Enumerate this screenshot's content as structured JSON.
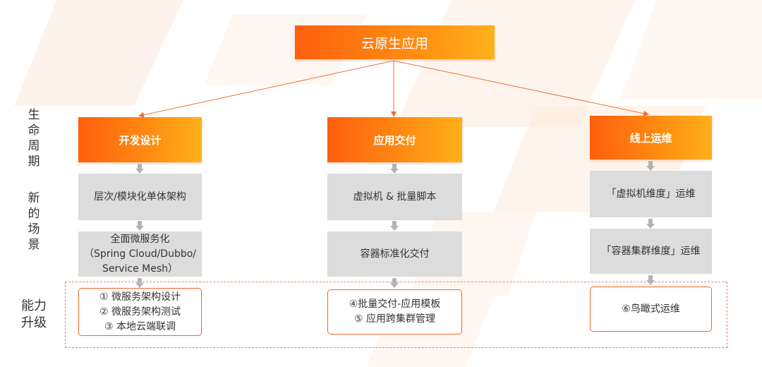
{
  "root": "云原生应用",
  "side_labels": {
    "lifecycle": [
      "生",
      "命",
      "周",
      "期"
    ],
    "scenario": [
      "新",
      "的",
      "场",
      "景"
    ],
    "capability": [
      "能力",
      "升级"
    ]
  },
  "columns": [
    {
      "stage": "开发设计",
      "scenarios": [
        [
          "层次/模块化单体架构"
        ],
        [
          "全面微服务化",
          "（Spring Cloud/Dubbo/",
          "Service Mesh）"
        ]
      ],
      "capabilities": [
        "① 微服务架构设计",
        "② 微服务架构测试",
        "③ 本地云端联调"
      ]
    },
    {
      "stage": "应用交付",
      "scenarios": [
        [
          "虚拟机 & 批量脚本"
        ],
        [
          "容器标准化交付"
        ]
      ],
      "capabilities": [
        "④批量交付-应用模板",
        "⑤ 应用跨集群管理"
      ]
    },
    {
      "stage": "线上运维",
      "scenarios": [
        [
          "「虚拟机维度」运维"
        ],
        [
          "「容器集群维度」运维"
        ]
      ],
      "capabilities": [
        "⑥鸟瞰式运维"
      ]
    }
  ],
  "colors": {
    "accent_start": "#ff5f0e",
    "accent_end": "#ffb01a",
    "scenario_fill": "#dcdcdc",
    "capability_border": "#f26522",
    "arrow": "#f07030",
    "down_arrow": "#b4b4b4"
  }
}
